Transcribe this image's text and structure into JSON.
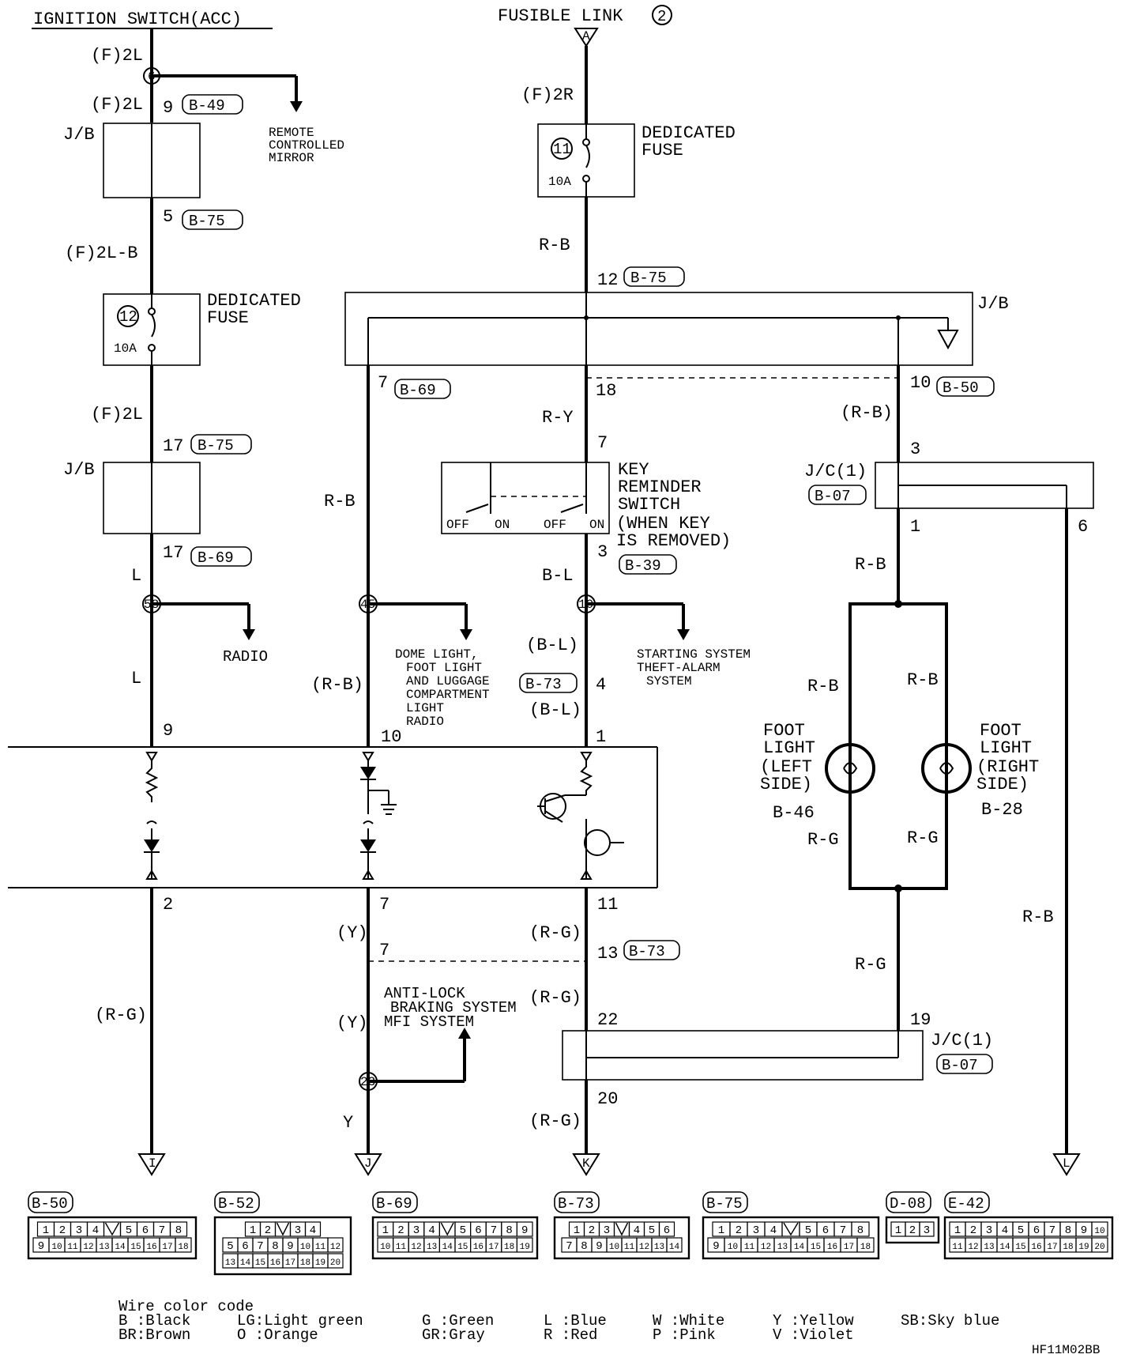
{
  "top": {
    "ignition": "IGNITION SWITCH(ACC)",
    "fusible": "FUSIBLE LINK",
    "fusible_num": "2",
    "fusible_connector": "A"
  },
  "left": {
    "f2l_a": "(F)2L",
    "j6": "6",
    "f2l_b": "(F)2L",
    "pin9": "9",
    "b49": "B-49",
    "jb1": "J/B",
    "pin5": "5",
    "b75_a": "B-75",
    "f2lb": "(F)2L-B",
    "fuse_num": "12",
    "fuse_amp": "10A",
    "fuse_label_1": "DEDICATED",
    "fuse_label_2": "FUSE",
    "f2l_c": "(F)2L",
    "pin17a": "17",
    "b75_b": "B-75",
    "jb2": "J/B",
    "pin17b": "17",
    "b69": "B-69",
    "wire_l1": "L",
    "j58": "58",
    "radio": "RADIO",
    "wire_l2": "L",
    "pin9b": "9",
    "pin2": "2",
    "wire_rg": "(R-G)",
    "term": "I",
    "mirror_1": "REMOTE",
    "mirror_2": "CONTROLLED",
    "mirror_3": "MIRROR"
  },
  "center": {
    "f2r": "(F)2R",
    "fuse_num": "11",
    "fuse_amp": "10A",
    "fuse_label_1": "DEDICATED",
    "fuse_label_2": "FUSE",
    "wire_rb": "R-B",
    "pin12": "12",
    "b75": "B-75",
    "jb": "J/B",
    "pin7": "7",
    "b69": "B-69",
    "pin18": "18",
    "pin10": "10",
    "b50": "B-50",
    "wire_ry": "R-Y",
    "pin7b": "7",
    "key_1": "KEY",
    "key_2": "REMINDER",
    "key_3": "SWITCH",
    "key_4": "(WHEN KEY",
    "key_5": "IS REMOVED)",
    "off1": "OFF",
    "on1": "ON",
    "off2": "OFF",
    "on2": "ON",
    "pin3": "3",
    "b39": "B-39",
    "wire_bl": "B-L",
    "wire_rb2": "R-B",
    "j45": "45",
    "j10": "10",
    "dome_1": "DOME LIGHT,",
    "dome_2": "FOOT LIGHT",
    "dome_3": "AND LUGGAGE",
    "dome_4": "COMPARTMENT",
    "dome_5": "LIGHT",
    "dome_6": "RADIO",
    "start_1": "STARTING SYSTEM",
    "start_2": "THEFT-ALARM",
    "start_3": "SYSTEM",
    "wire_bl2": "(B-L)",
    "b73": "B-73",
    "pin4": "4",
    "wire_bl3": "(B-L)",
    "wire_rb3": "(R-B)",
    "pin10b": "10",
    "pin1": "1",
    "pin7c": "7",
    "pin11": "11",
    "wire_y1": "(Y)",
    "pin7d": "7",
    "wire_rg1": "(R-G)",
    "pin13": "13",
    "b73b": "B-73",
    "abs_1": "ANTI-LOCK",
    "abs_2": "BRAKING SYSTEM",
    "abs_3": "MFI SYSTEM",
    "wire_rg2": "(R-G)",
    "wire_y2": "(Y)",
    "pin22": "22",
    "j23": "23",
    "pin20": "20",
    "wire_y3": "Y",
    "wire_rg3": "(R-G)",
    "term_j": "J",
    "term_k": "K"
  },
  "right": {
    "wire_rb": "(R-B)",
    "pin3": "3",
    "jc": "J/C(1)",
    "b07": "B-07",
    "pin1": "1",
    "pin6": "6",
    "wire_rb2": "R-B",
    "rb_l": "R-B",
    "rb_r": "R-B",
    "foot_l_1": "FOOT",
    "foot_l_2": "LIGHT",
    "foot_l_3": "(LEFT",
    "foot_l_4": "SIDE)",
    "foot_l_code": "B-46",
    "foot_r_1": "FOOT",
    "foot_r_2": "LIGHT",
    "foot_r_3": "(RIGHT",
    "foot_r_4": "SIDE)",
    "foot_r_code": "B-28",
    "rg_l": "R-G",
    "rg_r": "R-G",
    "wire_rb3": "R-B",
    "wire_rg": "R-G",
    "pin19": "19",
    "jc2": "J/C(1)",
    "b07b": "B-07",
    "term_l": "L"
  },
  "connectors": [
    {
      "code": "B-50",
      "row1": [
        "1",
        "2",
        "3",
        "4",
        "",
        "5",
        "6",
        "7",
        "8"
      ],
      "row2": [
        "9",
        "10",
        "11",
        "12",
        "13",
        "14",
        "15",
        "16",
        "17",
        "18"
      ]
    },
    {
      "code": "B-52",
      "row1": [
        "1",
        "2",
        "",
        "3",
        "4"
      ],
      "row2": [
        "5",
        "6",
        "7",
        "8",
        "9",
        "10",
        "11",
        "12"
      ],
      "row3": [
        "13",
        "14",
        "15",
        "16",
        "17",
        "18",
        "19",
        "20"
      ]
    },
    {
      "code": "B-69",
      "row1": [
        "1",
        "2",
        "3",
        "4",
        "",
        "5",
        "6",
        "7",
        "8",
        "9"
      ],
      "row2": [
        "10",
        "11",
        "12",
        "13",
        "14",
        "15",
        "16",
        "17",
        "18",
        "19"
      ]
    },
    {
      "code": "B-73",
      "row1": [
        "1",
        "2",
        "3",
        "",
        "4",
        "5",
        "6"
      ],
      "row2": [
        "7",
        "8",
        "9",
        "10",
        "11",
        "12",
        "13",
        "14"
      ]
    },
    {
      "code": "B-75",
      "row1": [
        "1",
        "2",
        "3",
        "4",
        "",
        "5",
        "6",
        "7",
        "8"
      ],
      "row2": [
        "9",
        "10",
        "11",
        "12",
        "13",
        "14",
        "15",
        "16",
        "17",
        "18"
      ]
    },
    {
      "code": "D-08",
      "row1": [
        "1",
        "2",
        "3"
      ]
    },
    {
      "code": "E-42",
      "row1": [
        "1",
        "2",
        "3",
        "4",
        "5",
        "6",
        "7",
        "8",
        "9",
        "10"
      ],
      "row2": [
        "11",
        "12",
        "13",
        "14",
        "15",
        "16",
        "17",
        "18",
        "19",
        "20"
      ]
    }
  ],
  "legend": {
    "title": "Wire color code",
    "b": "B :Black",
    "br": "BR:Brown",
    "lg": "LG:Light green",
    "o": "O :Orange",
    "g": "G :Green",
    "gr": "GR:Gray",
    "l": "L :Blue",
    "r": "R :Red",
    "w": "W :White",
    "p": "P :Pink",
    "y": "Y :Yellow",
    "v": "V :Violet",
    "sb": "SB:Sky blue"
  },
  "footer": {
    "code": "HF11M02BB"
  }
}
